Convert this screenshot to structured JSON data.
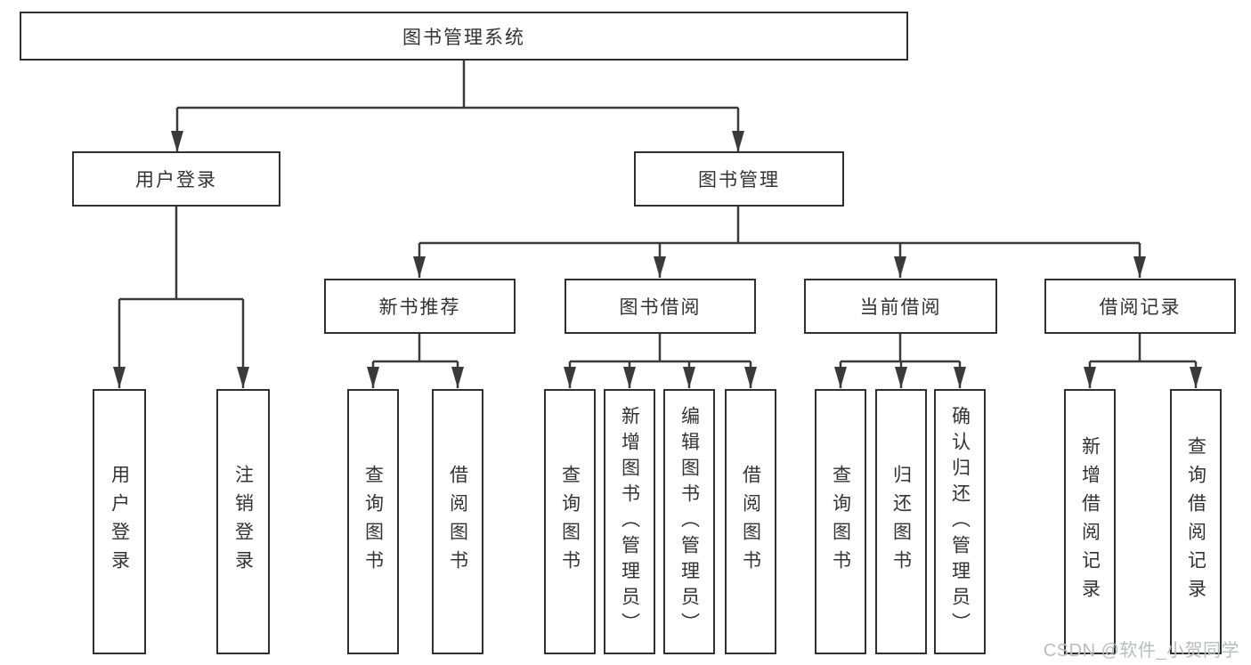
{
  "tree": {
    "root": "图书管理系统",
    "branches": [
      {
        "label": "用户登录",
        "children": [
          {
            "label": "用户登录"
          },
          {
            "label": "注销登录"
          }
        ]
      },
      {
        "label": "图书管理",
        "children": [
          {
            "label": "新书推荐",
            "children": [
              {
                "label": "查询图书"
              },
              {
                "label": "借阅图书"
              }
            ]
          },
          {
            "label": "图书借阅",
            "children": [
              {
                "label": "查询图书"
              },
              {
                "label": "新增图书（管理员）"
              },
              {
                "label": "编辑图书（管理员）"
              },
              {
                "label": "借阅图书"
              }
            ]
          },
          {
            "label": "当前借阅",
            "children": [
              {
                "label": "查询图书"
              },
              {
                "label": "归还图书"
              },
              {
                "label": "确认归还（管理员）"
              }
            ]
          },
          {
            "label": "借阅记录",
            "children": [
              {
                "label": "新增借阅记录"
              },
              {
                "label": "查询借阅记录"
              }
            ]
          }
        ]
      }
    ]
  },
  "watermark": "CSDN @软件_小贺同学",
  "colors": {
    "line": "#3a3a3a",
    "box_border": "#303030",
    "text": "#333333",
    "background": "#ffffff",
    "watermark": "#b9bcc2"
  }
}
